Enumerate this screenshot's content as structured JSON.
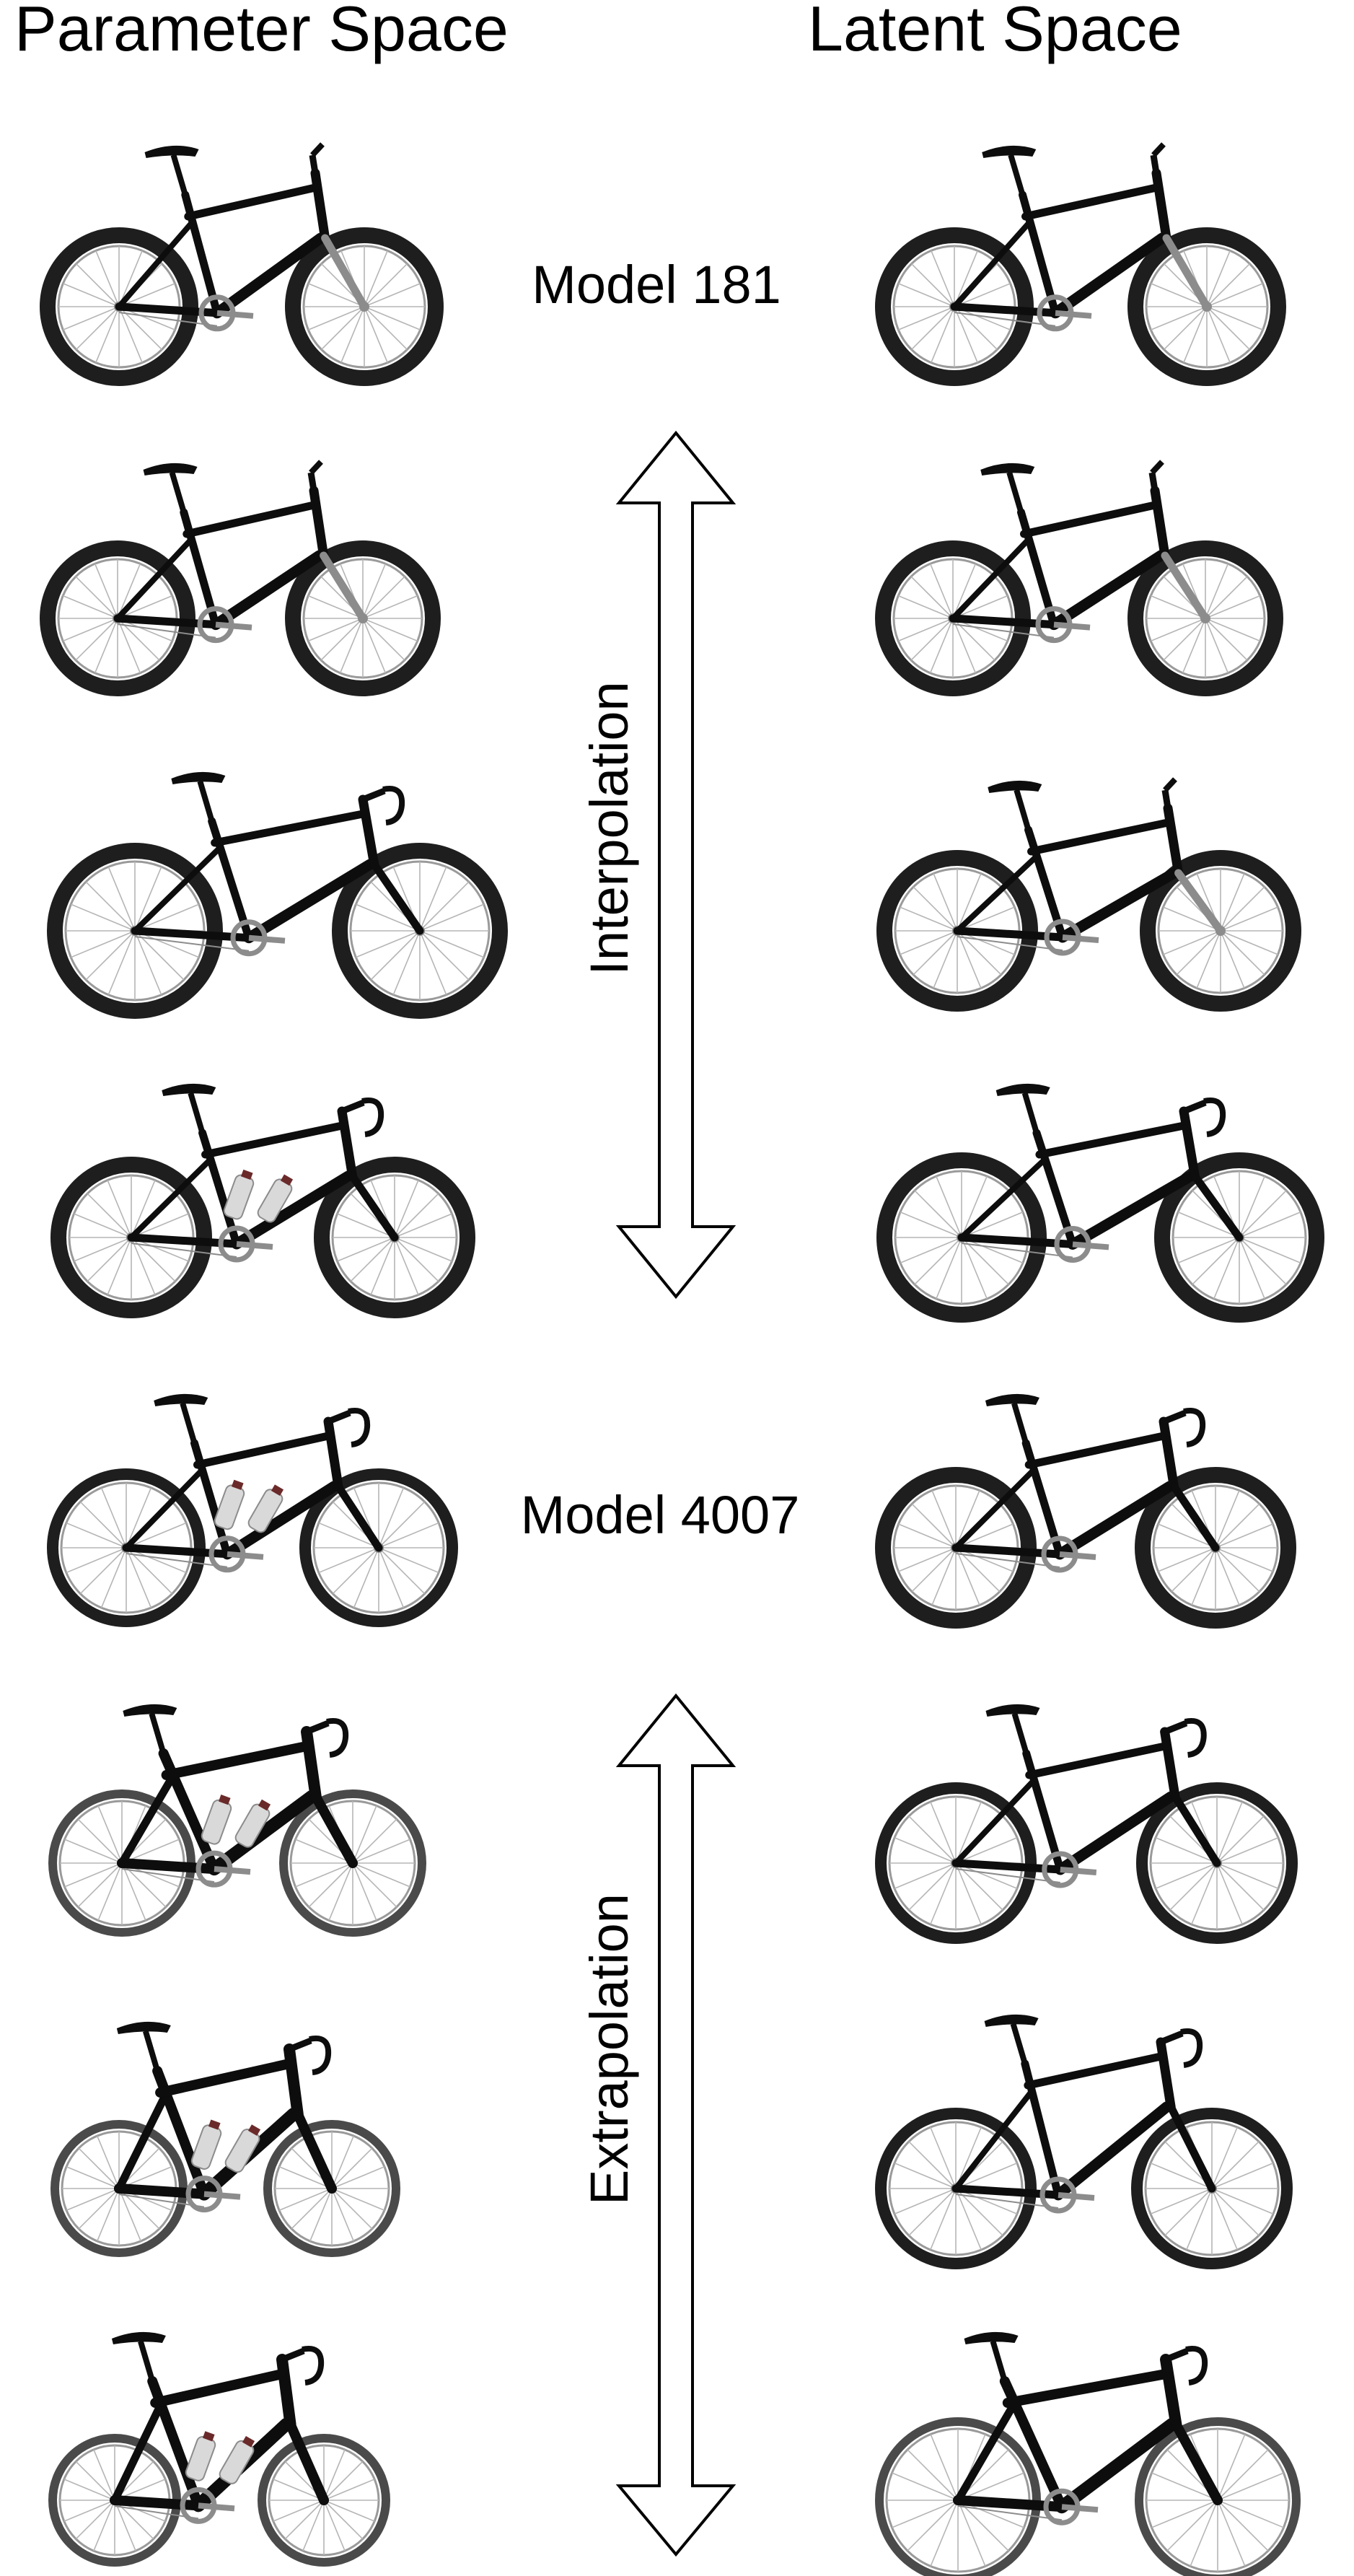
{
  "headers": {
    "left": "Parameter Space",
    "right": "Latent Space"
  },
  "labels": {
    "model_top": "Model 181",
    "model_mid": "Model 4007",
    "interpolation": "Interpolation",
    "extrapolation": "Extrapolation"
  },
  "colors": {
    "frame": "#0d0d0d",
    "tire": "#1e1e1e",
    "tire_light": "#4a4a4a",
    "rim": "#9a9a9a",
    "spoke": "#b5b5b5",
    "component": "#8c8c8c",
    "bottle": "#d9d9d9",
    "bottle_cap": "#6b2a2a"
  },
  "bike_styles": [
    {
      "style": "mountain",
      "bottles": false,
      "tire_tone": "dark"
    },
    {
      "style": "mountain",
      "bottles": false,
      "tire_tone": "dark"
    },
    {
      "style": "gravel",
      "bottles": false,
      "tire_tone": "dark"
    },
    {
      "style": "road",
      "bottles": true,
      "tire_tone": "dark"
    },
    {
      "style": "road",
      "bottles": true,
      "tire_tone": "medium"
    },
    {
      "style": "aero",
      "bottles": true,
      "tire_tone": "light"
    },
    {
      "style": "aero",
      "bottles": true,
      "tire_tone": "light"
    },
    {
      "style": "aero",
      "bottles": true,
      "tire_tone": "light"
    },
    {
      "style": "mountain",
      "bottles": false,
      "tire_tone": "dark"
    },
    {
      "style": "mountain",
      "bottles": false,
      "tire_tone": "dark"
    },
    {
      "style": "mountain",
      "bottles": false,
      "tire_tone": "dark"
    },
    {
      "style": "road",
      "bottles": false,
      "tire_tone": "dark"
    },
    {
      "style": "road",
      "bottles": false,
      "tire_tone": "dark"
    },
    {
      "style": "road",
      "bottles": false,
      "tire_tone": "medium"
    },
    {
      "style": "road",
      "bottles": false,
      "tire_tone": "medium"
    },
    {
      "style": "aero",
      "bottles": false,
      "tire_tone": "light"
    }
  ]
}
